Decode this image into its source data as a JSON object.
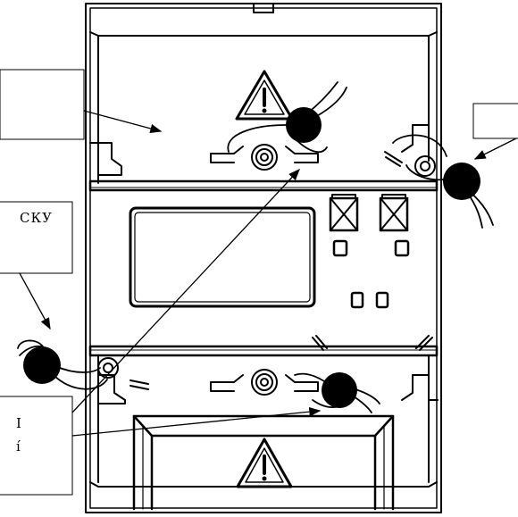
{
  "callouts": {
    "mid_left_fragment": "СКУ",
    "bottom_left_line1": "I",
    "bottom_left_line2": "í"
  },
  "colors": {
    "line": "#000000",
    "background": "#ffffff",
    "seal": "#000000"
  },
  "icons": [
    "warning-triangle-icon",
    "seal-icon",
    "screw-icon",
    "button-icon"
  ]
}
